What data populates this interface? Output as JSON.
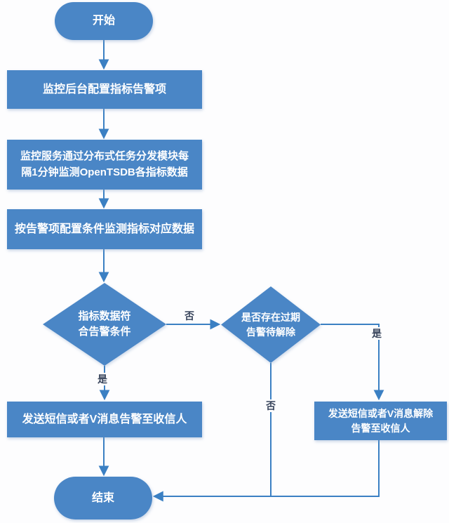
{
  "colors": {
    "canvas_bg": "#fdfdfe",
    "node_fill": "#4a86c6",
    "node_text": "#ffffff",
    "line_color": "#3b80c3",
    "edge_label_color": "#39455c"
  },
  "nodes": {
    "start": {
      "label": "开始"
    },
    "configure": {
      "label": "监控后台配置指标告警项"
    },
    "monitor": {
      "label": "监控服务通过分布式任务分发模块每\n隔1分钟监测OpenTSDB各指标数据"
    },
    "evaluate": {
      "label": "按告警项配置条件监测指标对应数据"
    },
    "condition_match": {
      "label": "指标数据符\n合告警条件"
    },
    "expired_pending": {
      "label": "是否存在过期\n告警待解除"
    },
    "send_alert": {
      "label": "发送短信或者V消息告警至收信人"
    },
    "send_resolve": {
      "label": "发送短信或者V消息解除\n告警至收信人"
    },
    "end": {
      "label": "结束"
    }
  },
  "edge_labels": {
    "yes_alert": "是",
    "no_check_expired": "否",
    "yes_resolve": "是",
    "no_expired": "否"
  }
}
